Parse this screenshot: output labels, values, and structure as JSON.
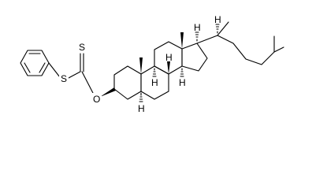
{
  "molecule": {
    "atoms": {
      "sulfur_thioether": "S",
      "sulfur_thione": "S",
      "oxygen": "O"
    },
    "stereo_h": {
      "c5": "H",
      "c8": "H",
      "c9": "H",
      "c14": "H",
      "c17": "H",
      "c20": "H"
    }
  }
}
